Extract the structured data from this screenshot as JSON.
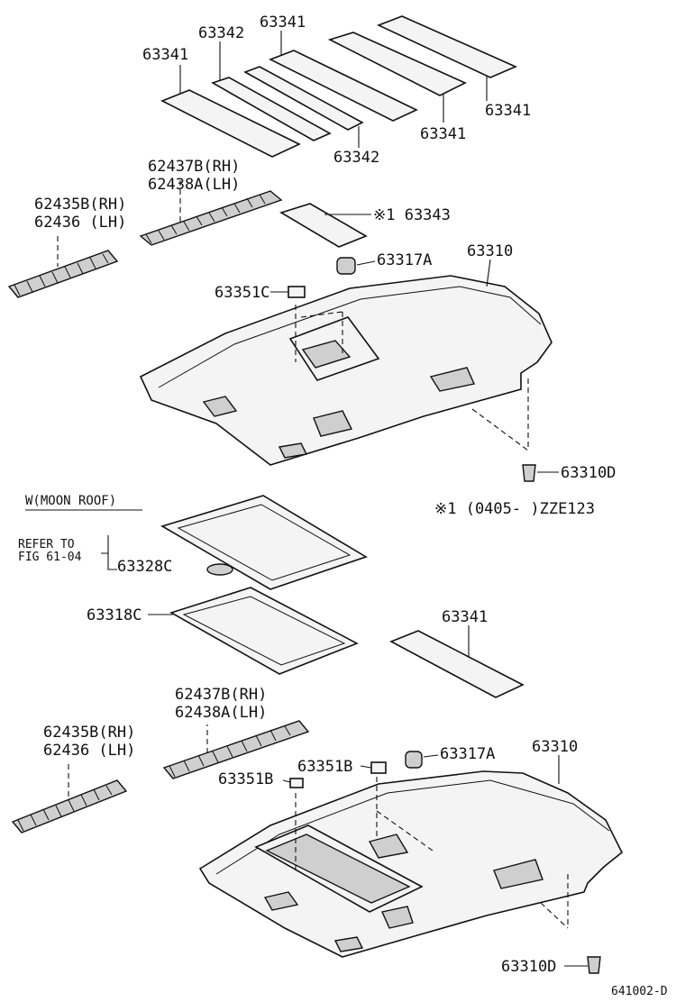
{
  "labels": {
    "pad_63341_a": "63341",
    "pad_63342_a": "63342",
    "pad_63341_b": "63341",
    "pad_63341_c": "63341",
    "pad_63341_d": "63341",
    "pad_63342_b": "63342",
    "rail_upper_rh": "62437B(RH)",
    "rail_upper_lh": "62438A(LH)",
    "rail_lower_rh": "62435B(RH)",
    "rail_lower_lh": "62436 (LH)",
    "note_63343": "※1 63343",
    "clip_63317a": "63317A",
    "liner_63310": "63310",
    "block_63351c": "63351C",
    "screw_63310d": "63310D",
    "note_zze": "※1 (0405-     )ZZE123",
    "moonroof_caption": "W(MOON ROOF)",
    "refer_to": "REFER TO",
    "fig_ref": "FIG 61-04",
    "frame_63328c": "63328C",
    "seal_63318c": "63318C",
    "pad_63341_e": "63341",
    "rail2_upper_rh": "62437B(RH)",
    "rail2_upper_lh": "62438A(LH)",
    "rail2_lower_rh": "62435B(RH)",
    "rail2_lower_lh": "62436 (LH)",
    "block_63351b_a": "63351B",
    "block_63351b_b": "63351B",
    "clip2_63317a": "63317A",
    "liner2_63310": "63310",
    "screw2_63310d": "63310D",
    "figure_code": "641002-D"
  }
}
